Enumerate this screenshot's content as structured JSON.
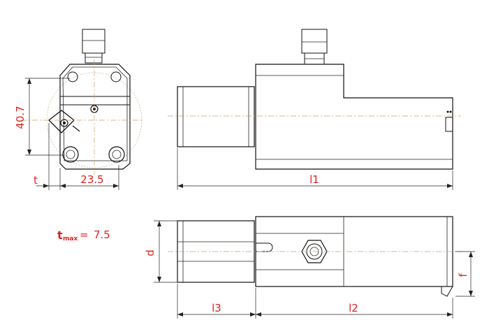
{
  "colors": {
    "dimension_text": "#e02020",
    "outline": "#111111",
    "centerline": "#c9a070"
  },
  "dimensions": {
    "height_40_7": "40.7",
    "width_23_5": "23.5",
    "t_label": "t",
    "l1_label": "l1",
    "d_label": "d",
    "l3_label": "l3",
    "l2_label": "l2",
    "f_label": "f"
  },
  "tmax": {
    "base": "t",
    "subscript": "max",
    "equals": "=",
    "value": "7.5"
  }
}
